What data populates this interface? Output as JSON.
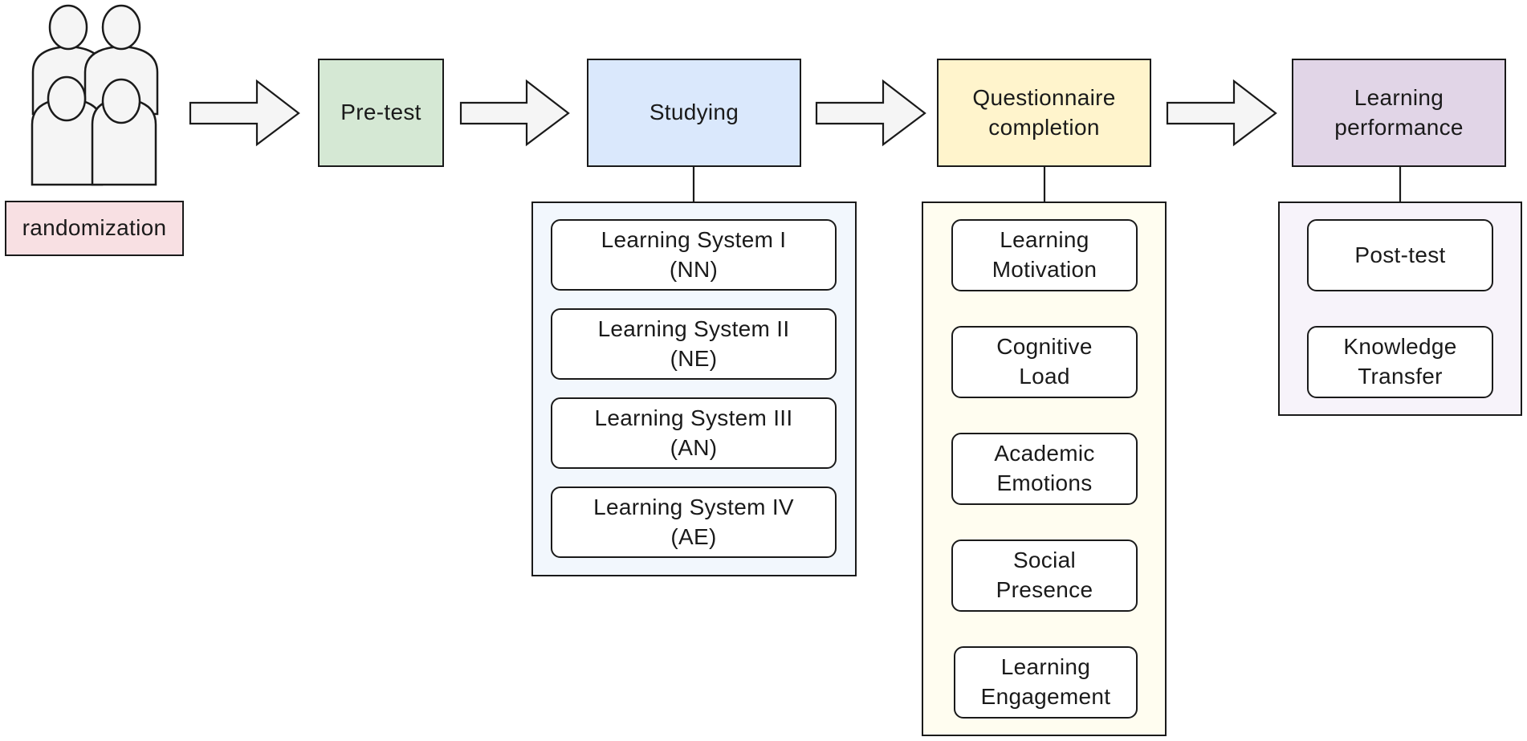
{
  "participants": {
    "icon": "people-group-icon",
    "label": "randomization",
    "label_color": "#f8e0e3"
  },
  "stages": [
    {
      "label": "Pre-test",
      "color": "#d5e8d4"
    },
    {
      "label": "Studying",
      "color": "#dae8fc"
    },
    {
      "label": "Questionnaire\ncompletion",
      "color": "#fff4cc"
    },
    {
      "label": "Learning\nperformance",
      "color": "#e1d5e7"
    }
  ],
  "studying_panel": {
    "color": "#f2f7fd",
    "items": [
      "Learning System I\n(NN)",
      "Learning System II\n(NE)",
      "Learning System III\n(AN)",
      "Learning System IV\n(AE)"
    ]
  },
  "questionnaire_panel": {
    "color": "#fffdf0",
    "items": [
      "Learning\nMotivation",
      "Cognitive\nLoad",
      "Academic\nEmotions",
      "Social\nPresence",
      "Learning\nEngagement"
    ]
  },
  "performance_panel": {
    "color": "#f7f3fa",
    "items": [
      "Post-test",
      "Knowledge\nTransfer"
    ]
  }
}
